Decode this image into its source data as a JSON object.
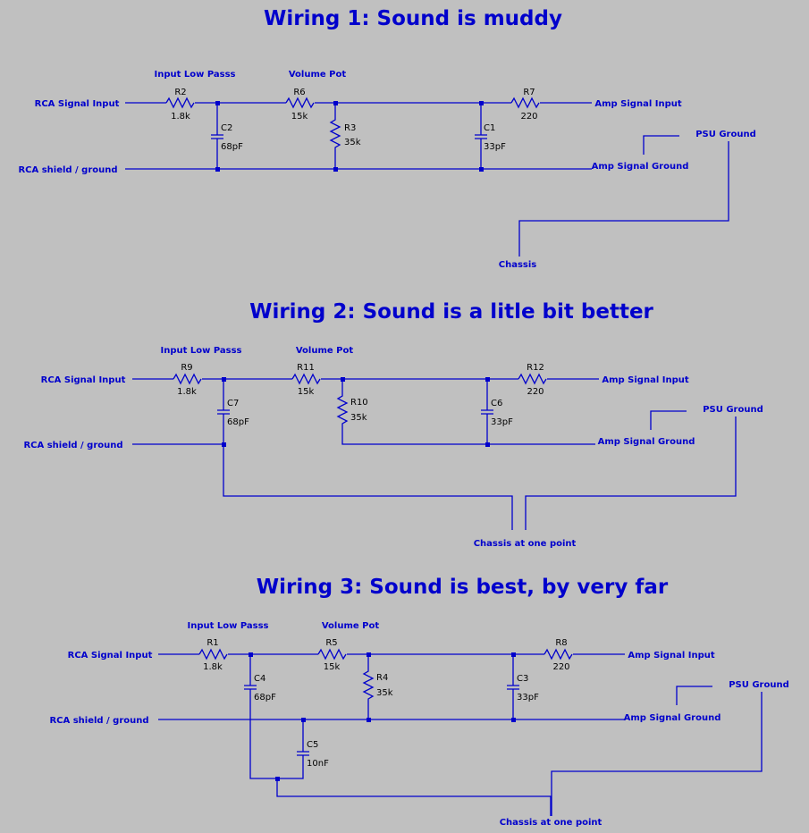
{
  "colors": {
    "background": "#c0c0c0",
    "wire": "#0000cc",
    "text": "#0000cc",
    "component_text": "#000000"
  },
  "wiring1": {
    "title": "Wiring 1: Sound is muddy",
    "rca_signal_input": "RCA Signal Input",
    "rca_shield_ground": "RCA shield / ground",
    "input_low_pass": "Input Low Passs",
    "volume_pot": "Volume Pot",
    "amp_signal_input": "Amp Signal Input",
    "amp_signal_ground": "Amp Signal Ground",
    "psu_ground": "PSU Ground",
    "chassis": "Chassis",
    "r_in": {
      "name": "R2",
      "value": "1.8k"
    },
    "c_in": {
      "name": "C2",
      "value": "68pF"
    },
    "r_vol": {
      "name": "R6",
      "value": "15k"
    },
    "r_pot": {
      "name": "R3",
      "value": "35k"
    },
    "c_out": {
      "name": "C1",
      "value": "33pF"
    },
    "r_out": {
      "name": "R7",
      "value": "220"
    }
  },
  "wiring2": {
    "title": "Wiring 2: Sound is a litle bit better",
    "rca_signal_input": "RCA Signal Input",
    "rca_shield_ground": "RCA shield / ground",
    "input_low_pass": "Input Low Passs",
    "volume_pot": "Volume Pot",
    "amp_signal_input": "Amp Signal Input",
    "amp_signal_ground": "Amp Signal Ground",
    "psu_ground": "PSU Ground",
    "chassis": "Chassis at one point",
    "r_in": {
      "name": "R9",
      "value": "1.8k"
    },
    "c_in": {
      "name": "C7",
      "value": "68pF"
    },
    "r_vol": {
      "name": "R11",
      "value": "15k"
    },
    "r_pot": {
      "name": "R10",
      "value": "35k"
    },
    "c_out": {
      "name": "C6",
      "value": "33pF"
    },
    "r_out": {
      "name": "R12",
      "value": "220"
    }
  },
  "wiring3": {
    "title": "Wiring 3: Sound is best, by very far",
    "rca_signal_input": "RCA Signal Input",
    "rca_shield_ground": "RCA shield / ground",
    "input_low_pass": "Input Low Passs",
    "volume_pot": "Volume Pot",
    "amp_signal_input": "Amp Signal Input",
    "amp_signal_ground": "Amp Signal Ground",
    "psu_ground": "PSU Ground",
    "chassis": "Chassis at one point",
    "r_in": {
      "name": "R1",
      "value": "1.8k"
    },
    "c_in": {
      "name": "C4",
      "value": "68pF"
    },
    "r_vol": {
      "name": "R5",
      "value": "15k"
    },
    "r_pot": {
      "name": "R4",
      "value": "35k"
    },
    "c_out": {
      "name": "C3",
      "value": "33pF"
    },
    "r_out": {
      "name": "R8",
      "value": "220"
    },
    "c_gnd": {
      "name": "C5",
      "value": "10nF"
    }
  }
}
